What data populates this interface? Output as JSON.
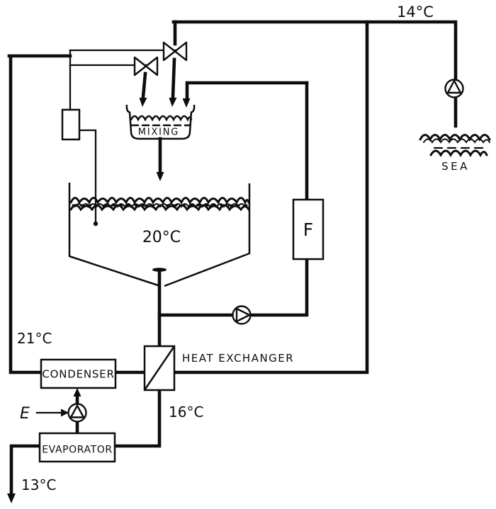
{
  "colors": {
    "ink": "#0d0d0d",
    "paper": "#ffffff"
  },
  "labels": {
    "sea_water_temp": "14°C",
    "mixing_tank": "MIXING",
    "sea": "SEA",
    "pool_temp": "20°C",
    "filter": "F",
    "condenser_outlet_temp": "21°C",
    "condenser": "CONDENSER",
    "heat_exchanger": "HEAT EXCHANGER",
    "energy_input": "E",
    "heat_exchanger_outlet_temp": "16°C",
    "evaporator": "EVAPORATOR",
    "discharge_temp": "13°C"
  }
}
